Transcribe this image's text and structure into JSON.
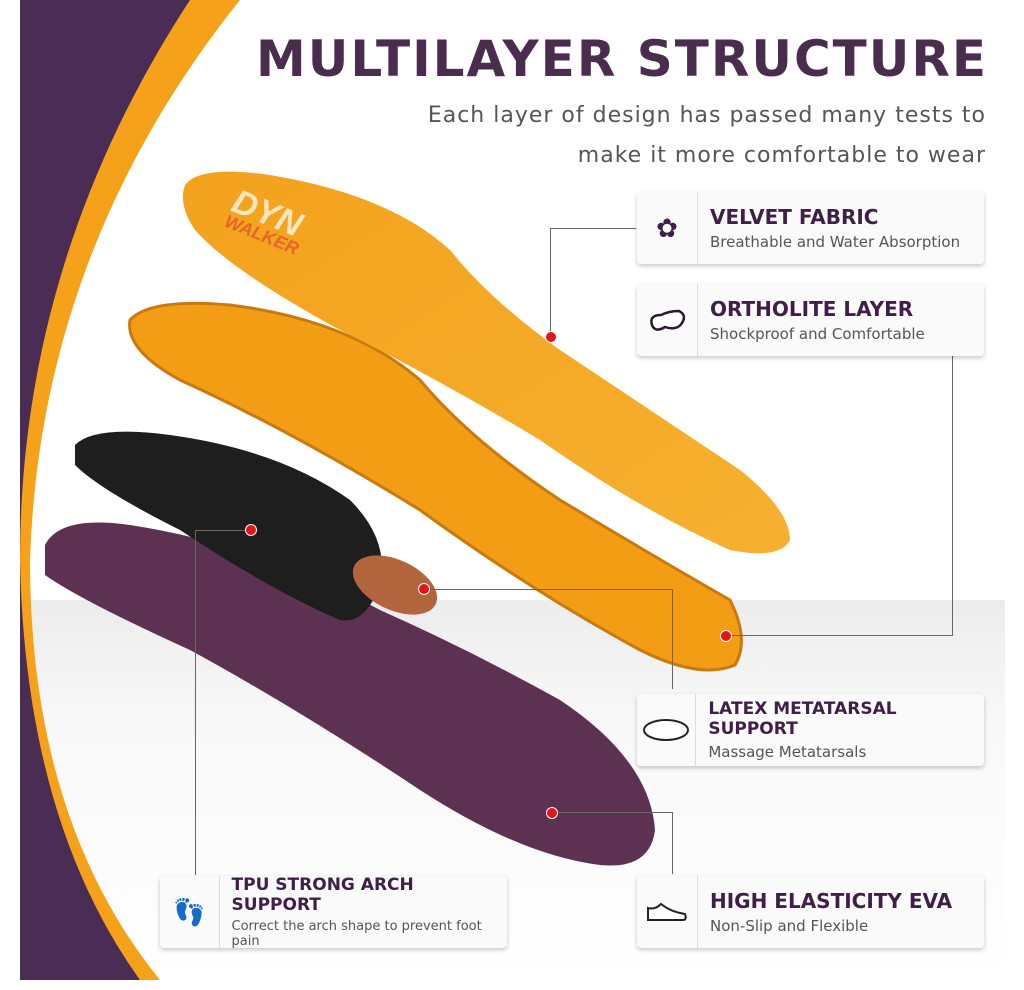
{
  "header": {
    "title": "MULTILAYER STRUCTURE",
    "subtitle_line1": "Each layer of design has passed many tests to",
    "subtitle_line2": "make it more comfortable to wear"
  },
  "logo": {
    "line1": "DYN",
    "line2": "WALKER"
  },
  "layers": [
    {
      "title": "VELVET FABRIC",
      "desc": "Breathable and Water Absorption",
      "icon": "fabric-breathable-icon"
    },
    {
      "title": "ORTHOLITE LAYER",
      "desc": "Shockproof and Comfortable",
      "icon": "foam-pad-icon"
    },
    {
      "title": "LATEX METATARSAL SUPPORT",
      "desc": "Massage Metatarsals",
      "icon": "metatarsal-pad-icon"
    },
    {
      "title": "TPU STRONG ARCH SUPPORT",
      "desc": "Correct the arch shape to prevent foot pain",
      "icon": "footprint-icon"
    },
    {
      "title": "HIGH ELASTICITY EVA",
      "desc": "Non-Slip and Flexible",
      "icon": "shoe-icon"
    }
  ],
  "colors": {
    "purple": "#4a2c55",
    "orange": "#f5a21a",
    "dot": "#e4141b"
  }
}
